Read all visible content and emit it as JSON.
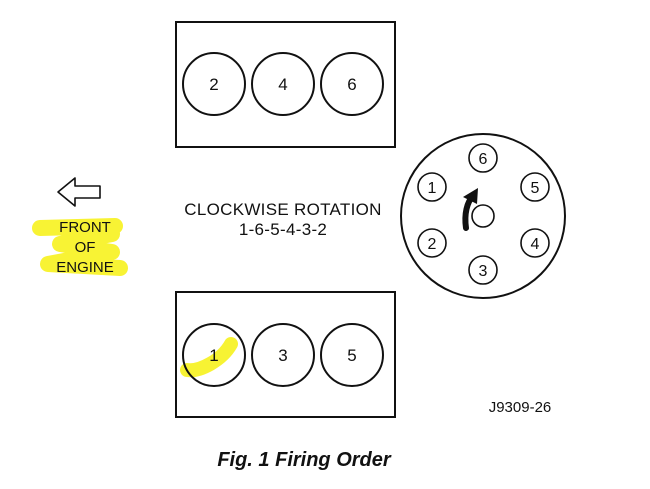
{
  "bank_top": {
    "cylinders": [
      "2",
      "4",
      "6"
    ]
  },
  "bank_bottom": {
    "cylinders": [
      "1",
      "3",
      "5"
    ]
  },
  "rotation": {
    "line1": "CLOCKWISE ROTATION",
    "line2": "1-6-5-4-3-2"
  },
  "front": {
    "line1": "FRONT",
    "line2": "OF",
    "line3": "ENGINE"
  },
  "distributor": {
    "terminals": [
      "6",
      "5",
      "4",
      "3",
      "2",
      "1"
    ]
  },
  "part_code": "J9309-26",
  "caption": "Fig. 1 Firing Order",
  "colors": {
    "highlight": "#f7f21e",
    "ink": "#111111"
  }
}
